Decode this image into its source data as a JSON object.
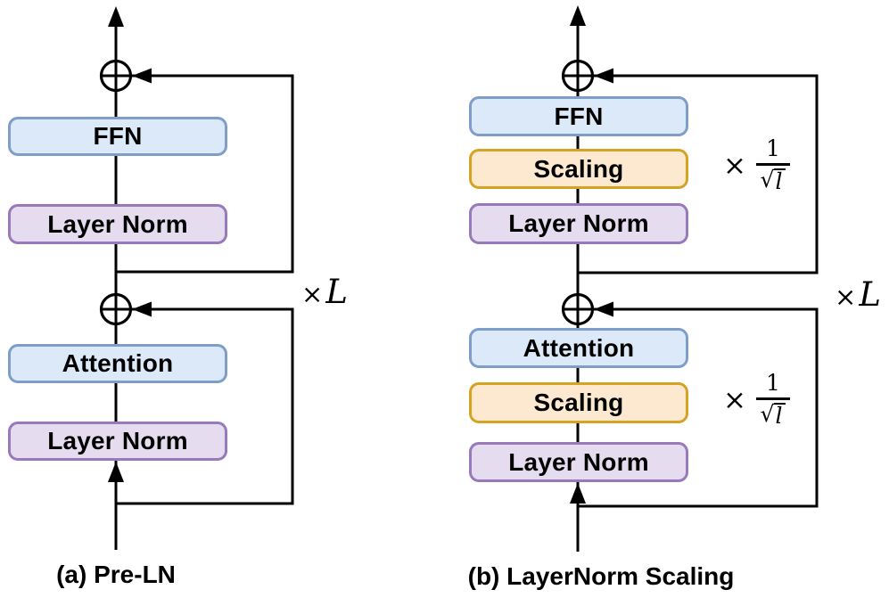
{
  "colors": {
    "background": "#FFFFFF",
    "line": "#000000",
    "text": "#000000",
    "blue_fill": "#DCE9F8",
    "blue_border": "#7E9DC8",
    "purple_fill": "#E6DCEF",
    "purple_border": "#9879B9",
    "orange_fill": "#FCE9CF",
    "orange_border": "#D6A222"
  },
  "panel_a": {
    "caption": "(a) Pre-LN",
    "loop_label": {
      "times": "×",
      "variable": "L"
    },
    "blocks": {
      "ffn": "FFN",
      "layer_norm_top": "Layer Norm",
      "attention": "Attention",
      "layer_norm_bottom": "Layer Norm"
    }
  },
  "panel_b": {
    "caption": "(b) LayerNorm Scaling",
    "loop_label": {
      "times": "×",
      "variable": "L"
    },
    "scale_factor": {
      "times": "×",
      "numerator": "1",
      "radical": "√",
      "radicand": "l"
    },
    "blocks": {
      "ffn": "FFN",
      "scaling_top": "Scaling",
      "layer_norm_top": "Layer Norm",
      "attention": "Attention",
      "scaling_bottom": "Scaling",
      "layer_norm_bottom": "Layer Norm"
    }
  }
}
